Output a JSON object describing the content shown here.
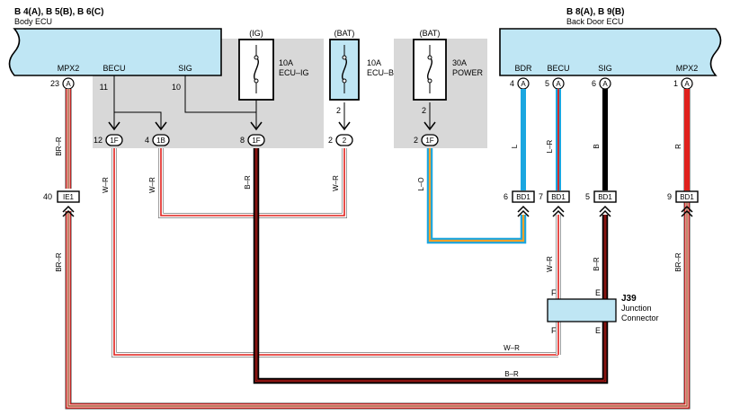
{
  "left_ecu": {
    "connectors_label": "B 4(A), B 5(B), B 6(C)",
    "name": "Body ECU",
    "pins": [
      {
        "label": "MPX2",
        "pin": "23",
        "conn": "A"
      },
      {
        "label": "BECU",
        "pin": "11",
        "conn": ""
      },
      {
        "label": "SIG",
        "pin": "10",
        "conn": ""
      }
    ]
  },
  "right_ecu": {
    "connectors_label": "B 8(A), B 9(B)",
    "name": "Back Door ECU",
    "pins": [
      {
        "label": "BDR",
        "pin": "4",
        "conn": "A"
      },
      {
        "label": "BECU",
        "pin": "5",
        "conn": "A"
      },
      {
        "label": "SIG",
        "pin": "6",
        "conn": "A"
      },
      {
        "label": "MPX2",
        "pin": "1",
        "conn": "A"
      }
    ]
  },
  "fuses": [
    {
      "header": "(IG)",
      "rating": "10A",
      "name": "ECU–IG"
    },
    {
      "header": "(BAT)",
      "rating": "10A",
      "name": "ECU–B"
    },
    {
      "header": "(BAT)",
      "rating": "30A",
      "name": "POWER"
    }
  ],
  "connectors": {
    "f1": {
      "pin": "12",
      "id": "1F"
    },
    "b1": {
      "pin": "4",
      "id": "1B"
    },
    "f2": {
      "pin": "8",
      "id": "1F"
    },
    "c2": {
      "pin": "2",
      "id": "2",
      "above": "2"
    },
    "f3": {
      "pin": "2",
      "id": "1F",
      "above": "2"
    },
    "ie1": {
      "pin": "40",
      "id": "IE1"
    },
    "bd1_a": {
      "pin": "6",
      "id": "BD1"
    },
    "bd1_b": {
      "pin": "7",
      "id": "BD1"
    },
    "bd1_c": {
      "pin": "5",
      "id": "BD1"
    },
    "bd1_d": {
      "pin": "9",
      "id": "BD1"
    }
  },
  "wire_colors": {
    "w_mpx2_top": "BR–R",
    "w_mpx2_bottom": "BR–R",
    "w_1f_wr": "W–R",
    "w_1b_wr": "W–R",
    "w_1f_br": "B–R",
    "w_2_wr": "W–R",
    "w_lo": "L–O",
    "w_l": "L",
    "w_lr": "L–R",
    "w_b": "B",
    "w_r": "R",
    "w_bd_wr": "W–R",
    "w_bd_br": "B–R",
    "w_bd_brr": "BR–R",
    "w_bottom_wr": "W–R",
    "w_bottom_br": "B–R"
  },
  "junction": {
    "id": "J39",
    "line1": "Junction",
    "line2": "Connector",
    "pin_left_top": "F",
    "pin_left_bottom": "F",
    "pin_right_top": "E",
    "pin_right_bottom": "E"
  },
  "colors": {
    "ecu_fill": "#bfe6f4",
    "shade": "#d8d8d8",
    "wire_red": "#e0201c",
    "wire_blue": "#1aa6e0",
    "wire_brown": "#a3552e",
    "wire_orange": "#f2a02a"
  }
}
